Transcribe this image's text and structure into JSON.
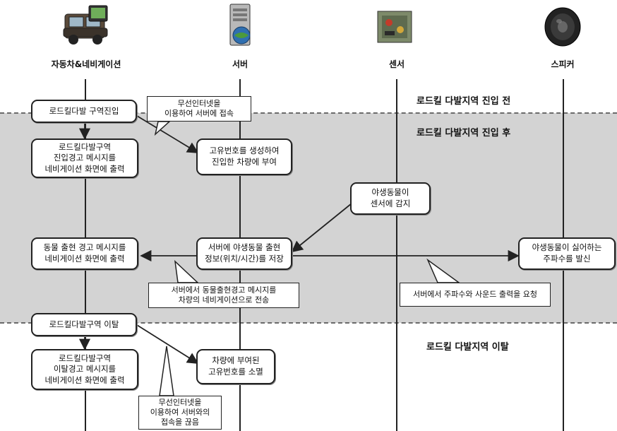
{
  "actors": [
    {
      "label": "자동차&네비게이션",
      "icon": "car-navigation-icon"
    },
    {
      "label": "서버",
      "icon": "server-icon"
    },
    {
      "label": "센서",
      "icon": "sensor-icon"
    },
    {
      "label": "스피커",
      "icon": "speaker-icon"
    }
  ],
  "zones": {
    "before_entry": "로드킬 다발지역 진입 전",
    "after_entry": "로드킬 다발지역 진입 후",
    "exit": "로드킬 다발지역 이탈"
  },
  "boxes": {
    "enter_zone": "로드킬다발 구역진입",
    "entry_warning": "로드킬다발구역\n진입경고 메시지를\n네비게이션 화면에 출력",
    "assign_id": "고유번호를 생성하여\n진입한 차량에 부여",
    "sensor_detect": "야생동물이\n센서에 감지",
    "animal_warning": "동물 출현 경고 메시지를\n네비게이션 화면에 출력",
    "server_store": "서버에 야생동물 출현\n정보(위치/시간)를 저장",
    "speaker_emit": "야생동물이 싫어하는\n주파수를 발신",
    "exit_zone": "로드킬다발구역 이탈",
    "exit_warning": "로드킬다발구역\n이탈경고 메시지를\n네비게이션 화면에 출력",
    "remove_id": "차량에 부여된\n고유번호를 소멸"
  },
  "callouts": {
    "connect_server": "무선인터넷을\n이용하여 서버에 접속",
    "send_warning": "서버에서 동물출현경고 메시지를\n차량의 네비게이션으로 전송",
    "request_sound": "서버에서 주파수와 사운드 출력을 요청",
    "disconnect": "무선인터넷을\n이용하여 서버와의\n접속을 끊음"
  },
  "colors": {
    "zone_fill": "#d3d3d3",
    "line": "#222222"
  }
}
